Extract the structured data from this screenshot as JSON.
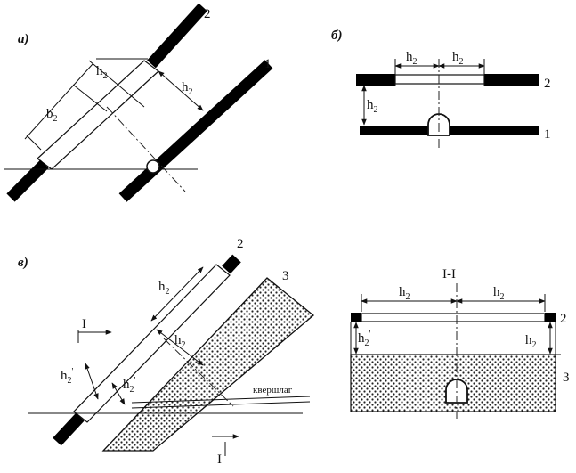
{
  "panels": {
    "a": "а)",
    "b": "б)",
    "v": "в)"
  },
  "seams": {
    "seam_1": "1",
    "seam_2": "2",
    "layer_3": "3"
  },
  "dimensions": {
    "h": "h",
    "sub_2": "2",
    "b": "b",
    "prime": "'"
  },
  "section": {
    "title": "I-I",
    "marker": "I"
  },
  "annotations": {
    "crosscut": "квершлаг"
  }
}
